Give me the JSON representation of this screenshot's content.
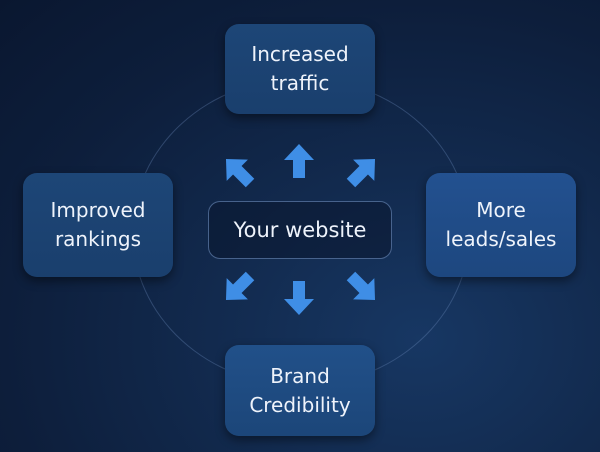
{
  "diagram": {
    "center": {
      "label": "Your website"
    },
    "nodes": {
      "top": {
        "lines": [
          "Increased",
          "traffic"
        ]
      },
      "right": {
        "lines": [
          "More",
          "leads/sales"
        ]
      },
      "bottom": {
        "lines": [
          "Brand",
          "Credibility"
        ]
      },
      "left": {
        "lines": [
          "Improved",
          "rankings"
        ]
      }
    },
    "arrows": [
      "up",
      "up-right",
      "right-down",
      "down",
      "down-left",
      "up-left"
    ],
    "colors": {
      "background": "#0d1e3b",
      "node_fill": "#1d4677",
      "arrow": "#3f8ee6",
      "text": "#eef3fb"
    }
  }
}
